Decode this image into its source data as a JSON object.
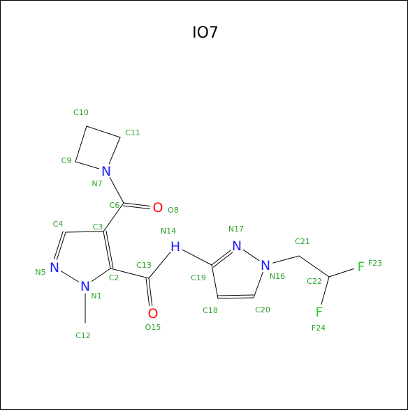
{
  "title": "IO7",
  "colors": {
    "N": "#1f1fff",
    "O": "#ff0d0d",
    "F": "#33cc33",
    "label": "#2ca02c",
    "bond": "#000000"
  },
  "atoms": [
    {
      "id": "C10",
      "el": "C",
      "label": "C10"
    },
    {
      "id": "C11",
      "el": "C",
      "label": "C11"
    },
    {
      "id": "C9",
      "el": "C",
      "label": "C9"
    },
    {
      "id": "N7",
      "el": "N",
      "label": "N7",
      "symbol": "N"
    },
    {
      "id": "C6",
      "el": "C",
      "label": "C6"
    },
    {
      "id": "O8",
      "el": "O",
      "label": "O8",
      "symbol": "O"
    },
    {
      "id": "C4",
      "el": "C",
      "label": "C4"
    },
    {
      "id": "C3",
      "el": "C",
      "label": "C3"
    },
    {
      "id": "N14",
      "el": "N",
      "label": "N14",
      "symbol": "H"
    },
    {
      "id": "N17",
      "el": "N",
      "label": "N17",
      "symbol": "N"
    },
    {
      "id": "C21",
      "el": "C",
      "label": "C21"
    },
    {
      "id": "N5",
      "el": "N",
      "label": "N5",
      "symbol": "N"
    },
    {
      "id": "C2",
      "el": "C",
      "label": "C2"
    },
    {
      "id": "C13",
      "el": "C",
      "label": "C13"
    },
    {
      "id": "C19",
      "el": "C",
      "label": "C19"
    },
    {
      "id": "N16",
      "el": "N",
      "label": "N16",
      "symbol": "N"
    },
    {
      "id": "C22",
      "el": "C",
      "label": "C22"
    },
    {
      "id": "F23",
      "el": "F",
      "label": "F23",
      "symbol": "F"
    },
    {
      "id": "N1",
      "el": "N",
      "label": "N1",
      "symbol": "N"
    },
    {
      "id": "O15",
      "el": "O",
      "label": "O15",
      "symbol": "O"
    },
    {
      "id": "C18",
      "el": "C",
      "label": "C18"
    },
    {
      "id": "C20",
      "el": "C",
      "label": "C20"
    },
    {
      "id": "F24",
      "el": "F",
      "label": "F24",
      "symbol": "F"
    },
    {
      "id": "C12",
      "el": "C",
      "label": "C12"
    }
  ],
  "bonds": [
    {
      "a": "C10",
      "b": "C11",
      "order": 1
    },
    {
      "a": "C10",
      "b": "C9",
      "order": 1
    },
    {
      "a": "C11",
      "b": "N7",
      "order": 1
    },
    {
      "a": "C9",
      "b": "N7",
      "order": 1
    },
    {
      "a": "N7",
      "b": "C6",
      "order": 1
    },
    {
      "a": "C6",
      "b": "O8",
      "order": 2
    },
    {
      "a": "C6",
      "b": "C3",
      "order": 1
    },
    {
      "a": "C3",
      "b": "C4",
      "order": 1
    },
    {
      "a": "C4",
      "b": "N5",
      "order": 2
    },
    {
      "a": "N5",
      "b": "N1",
      "order": 1
    },
    {
      "a": "N1",
      "b": "C2",
      "order": 1
    },
    {
      "a": "C2",
      "b": "C3",
      "order": 2
    },
    {
      "a": "N1",
      "b": "C12",
      "order": 1
    },
    {
      "a": "C2",
      "b": "C13",
      "order": 1
    },
    {
      "a": "C13",
      "b": "O15",
      "order": 2
    },
    {
      "a": "C13",
      "b": "N14",
      "order": 1
    },
    {
      "a": "N14",
      "b": "C19",
      "order": 1
    },
    {
      "a": "C19",
      "b": "N17",
      "order": 2
    },
    {
      "a": "N17",
      "b": "N16",
      "order": 1
    },
    {
      "a": "N16",
      "b": "C20",
      "order": 1
    },
    {
      "a": "C20",
      "b": "C18",
      "order": 2
    },
    {
      "a": "C18",
      "b": "C19",
      "order": 1
    },
    {
      "a": "N16",
      "b": "C21",
      "order": 1
    },
    {
      "a": "C21",
      "b": "C22",
      "order": 1
    },
    {
      "a": "C22",
      "b": "F23",
      "order": 1
    },
    {
      "a": "C22",
      "b": "F24",
      "order": 1
    }
  ]
}
